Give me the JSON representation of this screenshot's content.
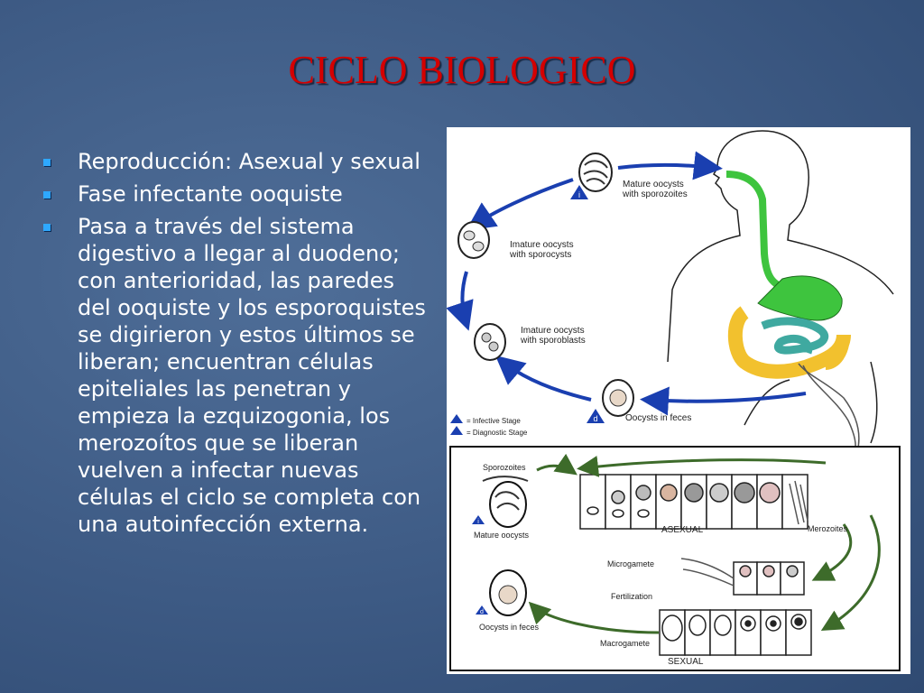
{
  "slide": {
    "title": "CICLO BIOLOGICO",
    "bullets": [
      "Reproducción: Asexual y sexual",
      "Fase infectante ooquiste",
      "Pasa a través del sistema digestivo a llegar al duodeno; con anterioridad, las paredes del ooquiste y los esporoquistes se digirieron y estos últimos se liberan; encuentran células epiteliales las penetran y empieza la ezquizogonia, los merozoítos que se liberan vuelven a infectar nuevas células el ciclo se completa con una autoinfección externa."
    ]
  },
  "figure": {
    "top": {
      "mature_oocysts": "Mature oocysts",
      "with_sporozoites": "with sporozoites",
      "imature_oocysts_1": "Imature oocysts",
      "with_sporocysts": "with sporocysts",
      "imature_oocysts_2": "Imature oocysts",
      "with_sporoblasts": "with sporoblasts",
      "oocysts_in_feces": "Oocysts in feces",
      "legend_infective": "= Infective Stage",
      "legend_diagnostic": "= Diagnostic Stage",
      "marker_i": "i",
      "marker_d": "d"
    },
    "bottom": {
      "sporozoites": "Sporozoites",
      "mature_oocysts": "Mature oocysts",
      "asexual": "ASEXUAL",
      "merozoites": "Merozoites",
      "microgamete": "Microgamete",
      "fertilization": "Fertilization",
      "oocysts_in_feces": "Oocysts in feces",
      "macrogamete": "Macrogamete",
      "sexual": "SEXUAL",
      "marker_i": "i",
      "marker_d": "d"
    },
    "colors": {
      "arrow_blue": "#1a3fb0",
      "digestive_green": "#3ec43e",
      "intestine_yellow": "#f2c12e",
      "intestine_teal": "#3fa9a0",
      "cycle_green": "#3d6b2a"
    }
  }
}
